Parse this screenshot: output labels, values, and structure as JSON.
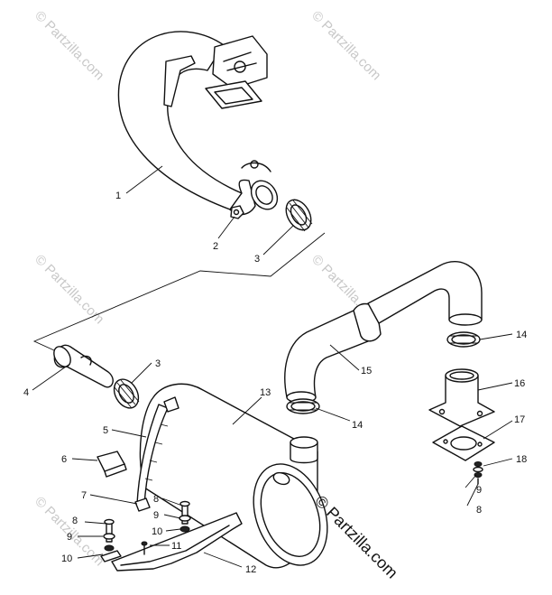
{
  "diagram": {
    "callouts": [
      {
        "id": "c1",
        "label": "1"
      },
      {
        "id": "c2",
        "label": "2"
      },
      {
        "id": "c3a",
        "label": "3"
      },
      {
        "id": "c3b",
        "label": "3"
      },
      {
        "id": "c4",
        "label": "4"
      },
      {
        "id": "c5",
        "label": "5"
      },
      {
        "id": "c6",
        "label": "6"
      },
      {
        "id": "c7",
        "label": "7"
      },
      {
        "id": "c8a",
        "label": "8"
      },
      {
        "id": "c8b",
        "label": "8"
      },
      {
        "id": "c8c",
        "label": "8"
      },
      {
        "id": "c9a",
        "label": "9"
      },
      {
        "id": "c9b",
        "label": "9"
      },
      {
        "id": "c9c",
        "label": "9"
      },
      {
        "id": "c10a",
        "label": "10"
      },
      {
        "id": "c10b",
        "label": "10"
      },
      {
        "id": "c11",
        "label": "11"
      },
      {
        "id": "c12",
        "label": "12"
      },
      {
        "id": "c13",
        "label": "13"
      },
      {
        "id": "c14a",
        "label": "14"
      },
      {
        "id": "c14b",
        "label": "14"
      },
      {
        "id": "c15",
        "label": "15"
      },
      {
        "id": "c16",
        "label": "16"
      },
      {
        "id": "c17",
        "label": "17"
      },
      {
        "id": "c18",
        "label": "18"
      }
    ],
    "watermark": "© Partzilla.com",
    "logo_text": "© Partzilla.com"
  }
}
